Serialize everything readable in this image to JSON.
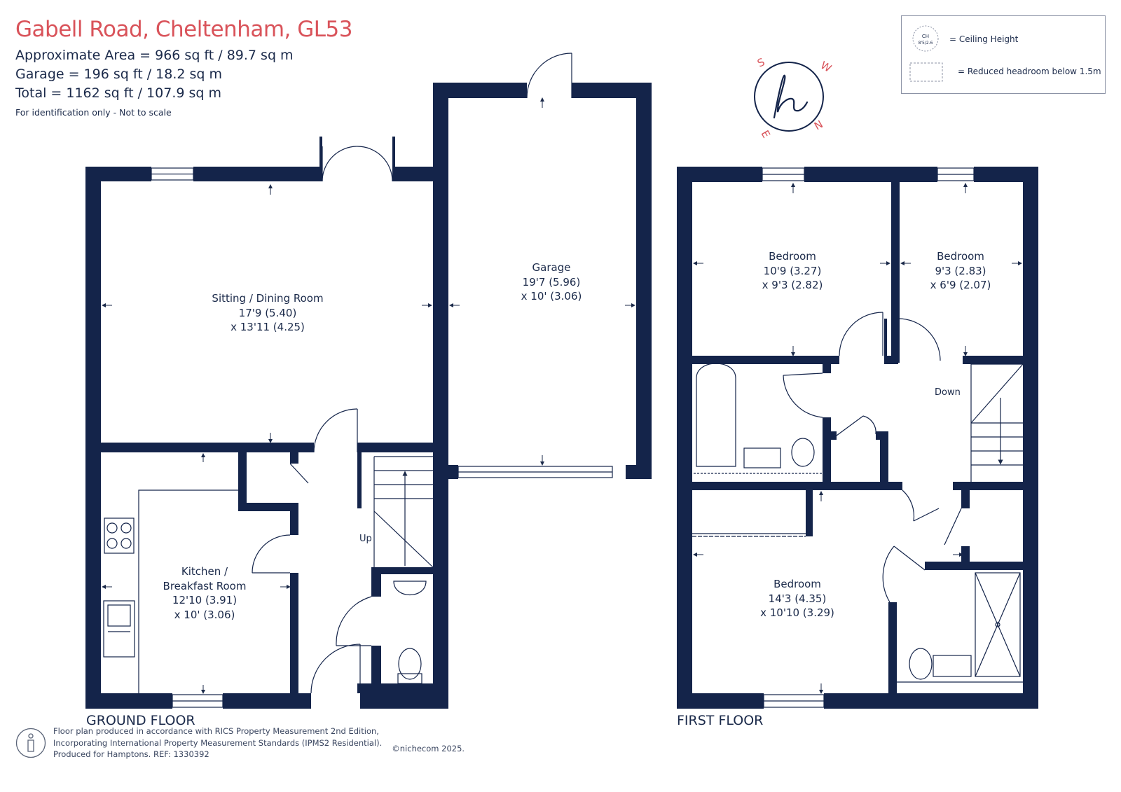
{
  "header": {
    "title": "Gabell Road, Cheltenham, GL53",
    "approx_area": "Approximate Area = 966 sq ft / 89.7 sq m",
    "garage_area": "Garage = 196 sq ft / 18.2 sq m",
    "total_area": "Total = 1162 sq ft / 107.9 sq m",
    "note": "For identification only - Not to scale"
  },
  "legend": {
    "ceiling_height_symbol": "CH",
    "ceiling_height_symbol_sub": "8'5/2.6",
    "ceiling_height_label": "= Ceiling Height",
    "reduced_headroom_label": "= Reduced headroom below 1.5m"
  },
  "compass": {
    "letters": [
      "S",
      "W",
      "N",
      "E"
    ]
  },
  "ground_floor": {
    "label": "GROUND FLOOR",
    "rooms": {
      "sitting": {
        "name": "Sitting / Dining Room",
        "dim1": "17'9 (5.40)",
        "dim2": "x 13'11 (4.25)"
      },
      "kitchen": {
        "name1": "Kitchen /",
        "name2": "Breakfast Room",
        "dim1": "12'10 (3.91)",
        "dim2": "x 10' (3.06)"
      },
      "garage": {
        "name": "Garage",
        "dim1": "19'7 (5.96)",
        "dim2": "x 10' (3.06)"
      }
    },
    "stairs_label": "Up"
  },
  "first_floor": {
    "label": "FIRST FLOOR",
    "rooms": {
      "bedroom1": {
        "name": "Bedroom",
        "dim1": "10'9 (3.27)",
        "dim2": "x 9'3 (2.82)"
      },
      "bedroom2": {
        "name": "Bedroom",
        "dim1": "9'3 (2.83)",
        "dim2": "x 6'9 (2.07)"
      },
      "bedroom3": {
        "name": "Bedroom",
        "dim1": "14'3 (4.35)",
        "dim2": "x 10'10 (3.29)"
      }
    },
    "stairs_label": "Down"
  },
  "footer": {
    "line1": "Floor plan produced in accordance with RICS Property Measurement 2nd Edition,",
    "line2": "Incorporating International Property Measurement Standards (IPMS2 Residential).",
    "line3": "Produced for Hamptons.  REF:  1330392",
    "copyright": "©nichecom 2025."
  },
  "colors": {
    "wall": "#14244a",
    "title": "#d9535a",
    "text": "#1b2a4a"
  }
}
